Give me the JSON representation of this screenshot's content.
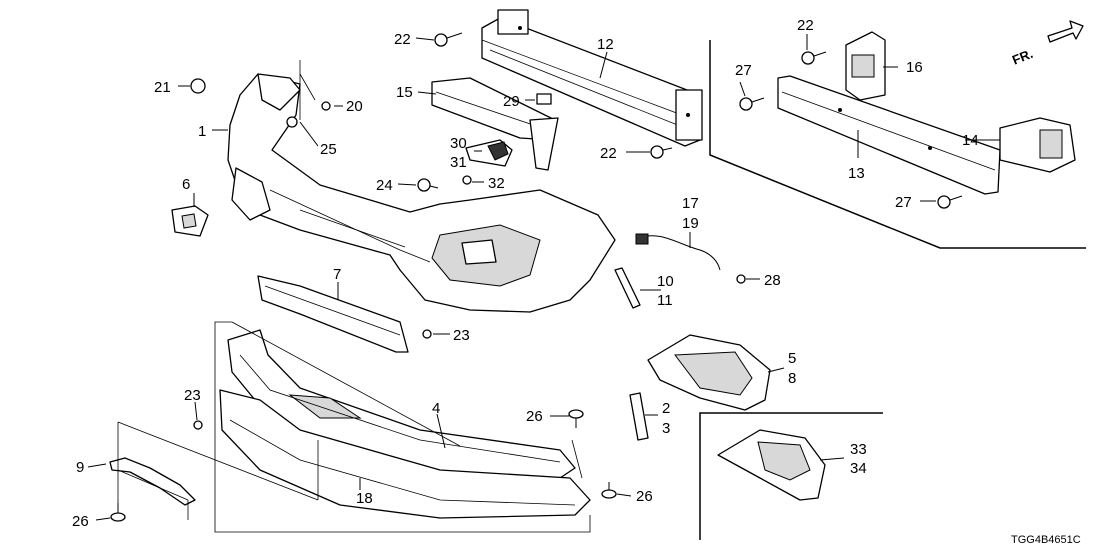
{
  "diagram": {
    "direction_label": "FR.",
    "diagram_code": "TGG4B4651C",
    "callouts": {
      "c1": "1",
      "c2": "2",
      "c3": "3",
      "c4": "4",
      "c5": "5",
      "c6": "6",
      "c7": "7",
      "c8": "8",
      "c9": "9",
      "c10": "10",
      "c11": "11",
      "c12": "12",
      "c13": "13",
      "c14": "14",
      "c15": "15",
      "c16": "16",
      "c17": "17",
      "c18": "18",
      "c19": "19",
      "c20": "20",
      "c21": "21",
      "c22": "22",
      "c23": "23",
      "c24": "24",
      "c25": "25",
      "c26": "26",
      "c27": "27",
      "c28": "28",
      "c29": "29",
      "c30": "30",
      "c31": "31",
      "c32": "32",
      "c33": "33",
      "c34": "34"
    }
  }
}
